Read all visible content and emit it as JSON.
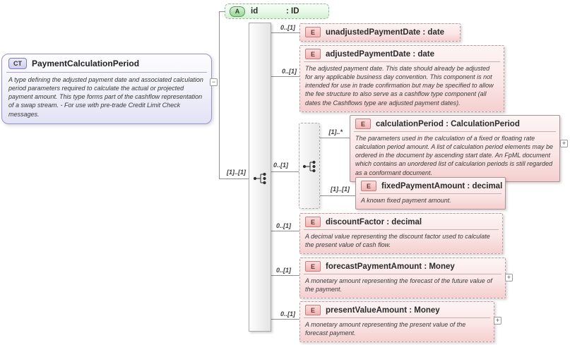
{
  "title_box": {
    "badge": "CT",
    "name": "PaymentCalculationPeriod",
    "description": "A type defining the adjusted payment date and associated calculation period parameters required to calculate the actual or projected payment amount. This type forms part of the cashflow representation of a swap stream. - For use with pre-trade Credit Limit Check messages.",
    "collapse_glyph": "−"
  },
  "attribute_box": {
    "badge": "A",
    "name": "id",
    "type": ": ID"
  },
  "root_sequence_cardinality": "[1]..[1]",
  "inner_sequence_cardinality": "0..[1]",
  "expand_glyph": "+",
  "elements": [
    {
      "badge": "E",
      "name": "unadjustedPaymentDate",
      "type": ": date",
      "cardinality": "0..[1]",
      "description": ""
    },
    {
      "badge": "E",
      "name": "adjustedPaymentDate",
      "type": ": date",
      "cardinality": "0..[1]",
      "description": "The adjusted payment date. This date should already be adjusted for any applicable business day convention. This component is not intended for use in trade confirmation but may be specified to allow the fee structure to also serve as a cashflow type component (all dates the Cashflows type are adjusted payment dates)."
    },
    {
      "badge": "E",
      "name": "calculationPeriod",
      "type": ": CalculationPeriod",
      "cardinality": "[1]..*",
      "description": "The parameters used in the calculation of a fixed or floating rate calculation period amount. A list of calculation period elements may be ordered in the document by ascending start date. An FpML document which contains an unordered list of calcularion periods is still regarded as a conformant document."
    },
    {
      "badge": "E",
      "name": "fixedPaymentAmount",
      "type": ": decimal",
      "cardinality": "[1]..[1]",
      "description": "A known fixed payment amount."
    },
    {
      "badge": "E",
      "name": "discountFactor",
      "type": ": decimal",
      "cardinality": "0..[1]",
      "description": "A decimal value representing the discount factor used to calculate the present value of cash flow."
    },
    {
      "badge": "E",
      "name": "forecastPaymentAmount",
      "type": ": Money",
      "cardinality": "0..[1]",
      "description": "A monetary amount representing the forecast of the future value of the payment."
    },
    {
      "badge": "E",
      "name": "presentValueAmount",
      "type": ": Money",
      "cardinality": "0..[1]",
      "description": "A monetary amount representing the present value of the forecast payment."
    }
  ]
}
